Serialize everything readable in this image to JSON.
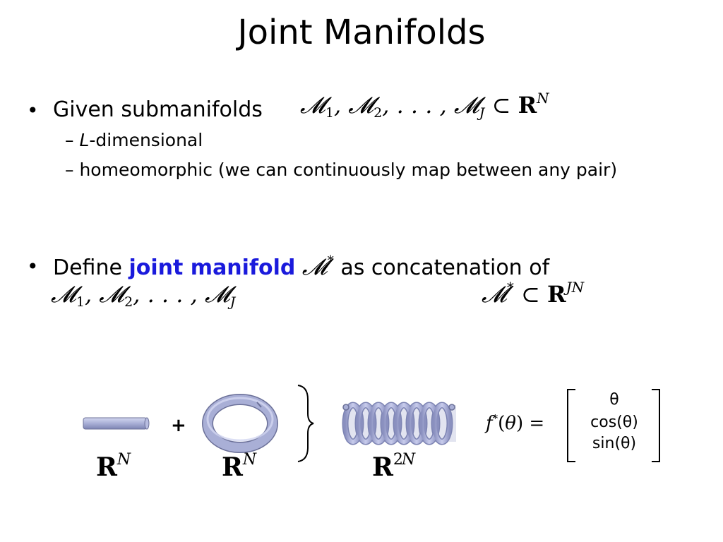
{
  "title": "Joint Manifolds",
  "bullet1": {
    "text": "Given submanifolds",
    "math": "𝓜₁, 𝓜₂, . . . , 𝓜_J ⊂ R^N",
    "sub1_italic": "L",
    "sub1_rest": "-dimensional",
    "sub2": "homeomorphic (we can continuously map between any pair)"
  },
  "bullet2": {
    "prefix": "Define",
    "emphasis": "joint manifold",
    "math_symbol": "𝓜*",
    "suffix": "as concatenation of",
    "math_list": "𝓜₁, 𝓜₂, . . . , 𝓜_J",
    "math_space": "𝓜* ⊂ R^JN"
  },
  "diagram": {
    "plus": "+",
    "label_rod": "R^N",
    "label_ring": "R^N",
    "label_helix": "R^2N",
    "function_lhs": "f*(θ) =",
    "vector": [
      "θ",
      "cos(θ)",
      "sin(θ)"
    ],
    "shape_color": "#a9afd6"
  }
}
